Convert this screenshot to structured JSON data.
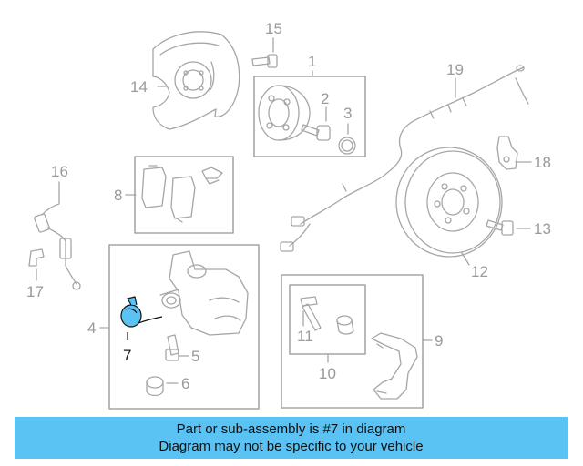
{
  "diagram": {
    "callouts": [
      "15",
      "1",
      "14",
      "2",
      "3",
      "19",
      "16",
      "18",
      "8",
      "13",
      "12",
      "4",
      "5",
      "6",
      "7",
      "9",
      "10",
      "11",
      "17"
    ],
    "highlighted_part": "7",
    "highlight_color": "#5bc2f4",
    "line_color": "#a6a6a6"
  },
  "banner": {
    "line1": "Part or sub-assembly is #7 in diagram",
    "line2": "Diagram may not be specific to your vehicle",
    "background": "#5bc2f4"
  }
}
